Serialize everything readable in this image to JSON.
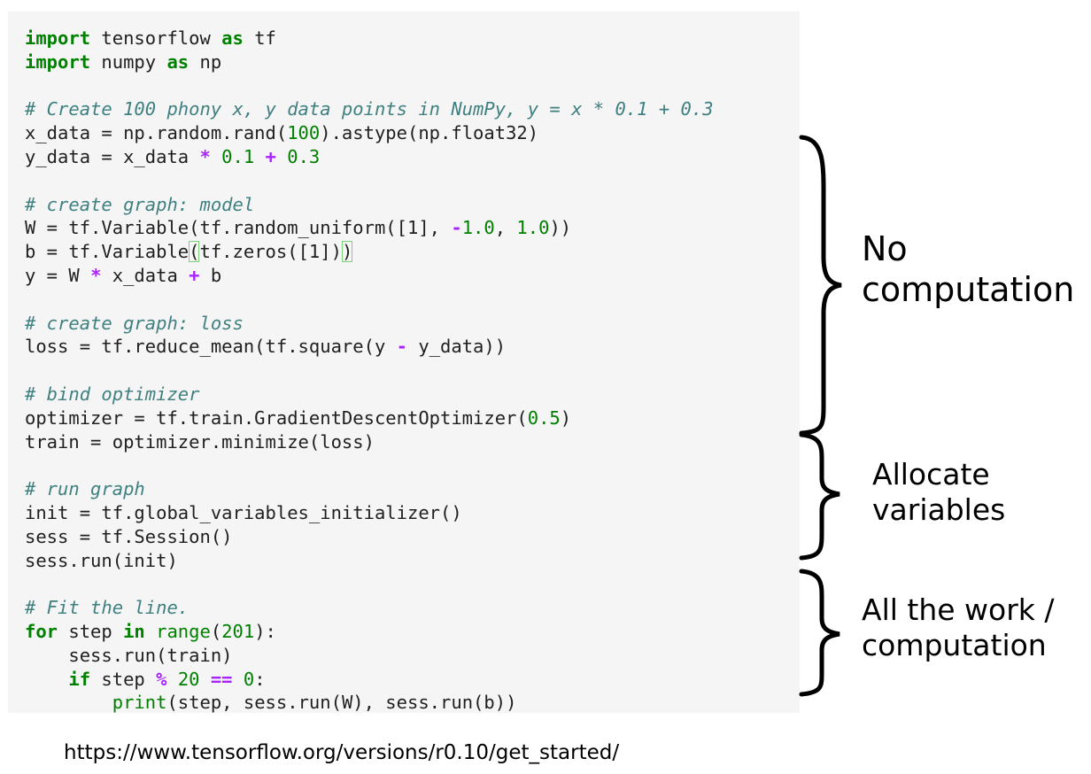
{
  "code": {
    "lines": [
      [
        {
          "t": "import",
          "c": "kw"
        },
        {
          "t": " tensorflow "
        },
        {
          "t": "as",
          "c": "kw"
        },
        {
          "t": " tf"
        }
      ],
      [
        {
          "t": "import",
          "c": "kw"
        },
        {
          "t": " numpy "
        },
        {
          "t": "as",
          "c": "kw"
        },
        {
          "t": " np"
        }
      ],
      [],
      [
        {
          "t": "# Create 100 phony x, y data points in NumPy, y = x * 0.1 + 0.3",
          "c": "cm"
        }
      ],
      [
        {
          "t": "x_data = np.random.rand("
        },
        {
          "t": "100",
          "c": "num"
        },
        {
          "t": ").astype(np.float32)"
        }
      ],
      [
        {
          "t": "y_data = x_data "
        },
        {
          "t": "*",
          "c": "op"
        },
        {
          "t": " "
        },
        {
          "t": "0.1",
          "c": "num"
        },
        {
          "t": " "
        },
        {
          "t": "+",
          "c": "op"
        },
        {
          "t": " "
        },
        {
          "t": "0.3",
          "c": "num"
        }
      ],
      [],
      [
        {
          "t": "# create graph: model",
          "c": "cm"
        }
      ],
      [
        {
          "t": "W = tf.Variable(tf.random_uniform([1], "
        },
        {
          "t": "-",
          "c": "op"
        },
        {
          "t": "1.0",
          "c": "num"
        },
        {
          "t": ", "
        },
        {
          "t": "1.0",
          "c": "num"
        },
        {
          "t": "))"
        }
      ],
      [
        {
          "t": "b = tf.Variable"
        },
        {
          "t": "(",
          "c": "hl-paren"
        },
        {
          "t": "tf.zeros([1])"
        },
        {
          "t": ")",
          "c": "hl-paren"
        }
      ],
      [
        {
          "t": "y = W "
        },
        {
          "t": "*",
          "c": "op"
        },
        {
          "t": " x_data "
        },
        {
          "t": "+",
          "c": "op"
        },
        {
          "t": " b"
        }
      ],
      [],
      [
        {
          "t": "# create graph: loss",
          "c": "cm"
        }
      ],
      [
        {
          "t": "loss = tf.reduce_mean(tf.square(y "
        },
        {
          "t": "-",
          "c": "op"
        },
        {
          "t": " y_data))"
        }
      ],
      [],
      [
        {
          "t": "# bind optimizer",
          "c": "cm"
        }
      ],
      [
        {
          "t": "optimizer = tf.train.GradientDescentOptimizer("
        },
        {
          "t": "0.5",
          "c": "num"
        },
        {
          "t": ")"
        }
      ],
      [
        {
          "t": "train = optimizer.minimize(loss)"
        }
      ],
      [],
      [
        {
          "t": "# run graph",
          "c": "cm"
        }
      ],
      [
        {
          "t": "init = tf.global_variables_initializer()"
        }
      ],
      [
        {
          "t": "sess = tf.Session()"
        }
      ],
      [
        {
          "t": "sess.run(init)"
        }
      ],
      [],
      [
        {
          "t": "# Fit the line.",
          "c": "cm"
        }
      ],
      [
        {
          "t": "for",
          "c": "kw"
        },
        {
          "t": " step "
        },
        {
          "t": "in",
          "c": "kw"
        },
        {
          "t": " "
        },
        {
          "t": "range",
          "c": "bi"
        },
        {
          "t": "("
        },
        {
          "t": "201",
          "c": "num"
        },
        {
          "t": "):"
        }
      ],
      [
        {
          "t": "    sess.run(train)"
        }
      ],
      [
        {
          "t": "    "
        },
        {
          "t": "if",
          "c": "kw"
        },
        {
          "t": " step "
        },
        {
          "t": "%",
          "c": "op"
        },
        {
          "t": " "
        },
        {
          "t": "20",
          "c": "num"
        },
        {
          "t": " "
        },
        {
          "t": "==",
          "c": "op"
        },
        {
          "t": " "
        },
        {
          "t": "0",
          "c": "num"
        },
        {
          "t": ":"
        }
      ],
      [
        {
          "t": "        "
        },
        {
          "t": "print",
          "c": "bi"
        },
        {
          "t": "(step, sess.run(W), sess.run(b))"
        }
      ]
    ]
  },
  "annotations": {
    "no_computation": "No\ncomputation",
    "allocate_variables": "Allocate\nvariables",
    "all_the_work": "All the work /\ncomputation"
  },
  "source_url": "https://www.tensorflow.org/versions/r0.10/get_started/"
}
